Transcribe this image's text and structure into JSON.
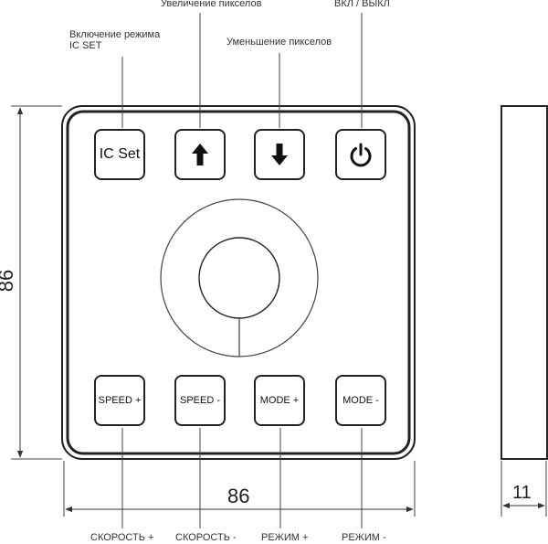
{
  "labels": {
    "ic_set_top": "Включение режима",
    "ic_set_bottom": "IC SET",
    "pixels_up": "Увеличение пикселов",
    "pixels_down": "Уменьшение пикселов",
    "power": "ВКЛ / ВЫКЛ",
    "speed_plus": "СКОРОСТЬ +",
    "speed_minus": "СКОРОСТЬ -",
    "mode_plus": "РЕЖИМ +",
    "mode_minus": "РЕЖИМ -"
  },
  "buttons": {
    "ic_set": "IC Set",
    "speed_plus": "SPEED +",
    "speed_minus": "SPEED -",
    "mode_plus": "MODE +",
    "mode_minus": "MODE -"
  },
  "icons": {
    "up": "arrow-up-icon",
    "down": "arrow-down-icon",
    "power": "power-icon"
  },
  "dimensions": {
    "height": "86",
    "width": "86",
    "depth": "11"
  }
}
